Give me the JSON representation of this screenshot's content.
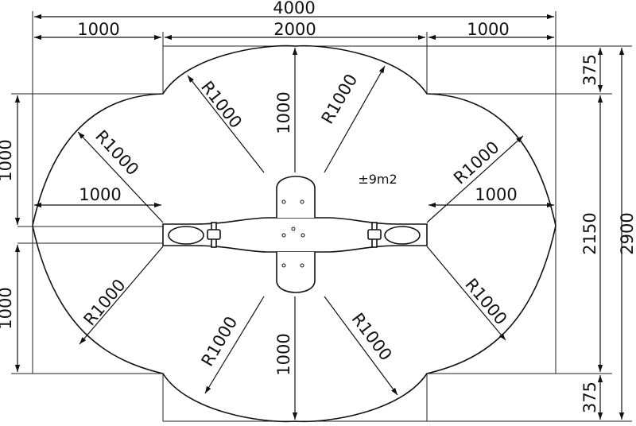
{
  "dimensions": {
    "overall_width": "4000",
    "left_width": "1000",
    "middle_width": "2000",
    "right_width": "1000",
    "top_depth": "375",
    "middle_depth": "2150",
    "overall_depth": "2900",
    "bottom_depth": "375",
    "left_upper": "1000",
    "left_lower": "1000",
    "inner_left_offset": "1000",
    "inner_right_offset": "1000",
    "center_up": "1000",
    "center_down": "1000"
  },
  "radii": {
    "top_left": "R1000",
    "top_right": "R1000",
    "upper_left": "R1000",
    "upper_right": "R1000",
    "lower_left": "R1000",
    "lower_right": "R1000",
    "bottom_left": "R1000",
    "bottom_right": "R1000"
  },
  "area_label": "±9m2"
}
